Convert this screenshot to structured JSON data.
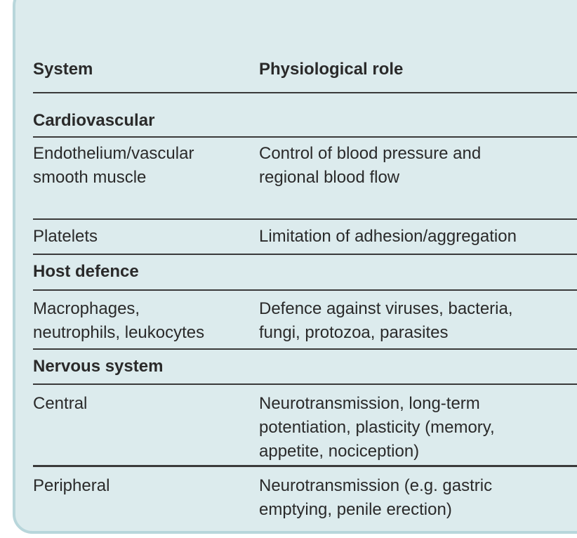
{
  "table": {
    "headers": {
      "system": "System",
      "role": "Physiological role"
    },
    "sections": [
      {
        "title": "Cardiovascular",
        "rows": [
          {
            "system": [
              "Endothelium/vascular",
              "smooth muscle"
            ],
            "role": [
              "Control of blood pressure and",
              "regional blood flow"
            ]
          },
          {
            "system": [
              "Platelets"
            ],
            "role": [
              "Limitation of adhesion/aggregation"
            ]
          }
        ]
      },
      {
        "title": "Host defence",
        "rows": [
          {
            "system": [
              "Macrophages,",
              "neutrophils, leukocytes"
            ],
            "role": [
              "Defence against viruses, bacteria,",
              "fungi, protozoa, parasites"
            ]
          }
        ]
      },
      {
        "title": "Nervous system",
        "rows": [
          {
            "system": [
              "Central"
            ],
            "role": [
              "Neurotransmission, long-term",
              "potentiation, plasticity (memory,",
              "appetite, nociception)"
            ]
          },
          {
            "system": [
              "Peripheral"
            ],
            "role": [
              "Neurotransmission (e.g. gastric",
              "emptying, penile erection)"
            ]
          }
        ]
      }
    ]
  },
  "colors": {
    "panel_background": "#dcebed",
    "panel_border": "#b8d6db",
    "text": "#2a2a2a",
    "rules": "#3a3a3a"
  }
}
